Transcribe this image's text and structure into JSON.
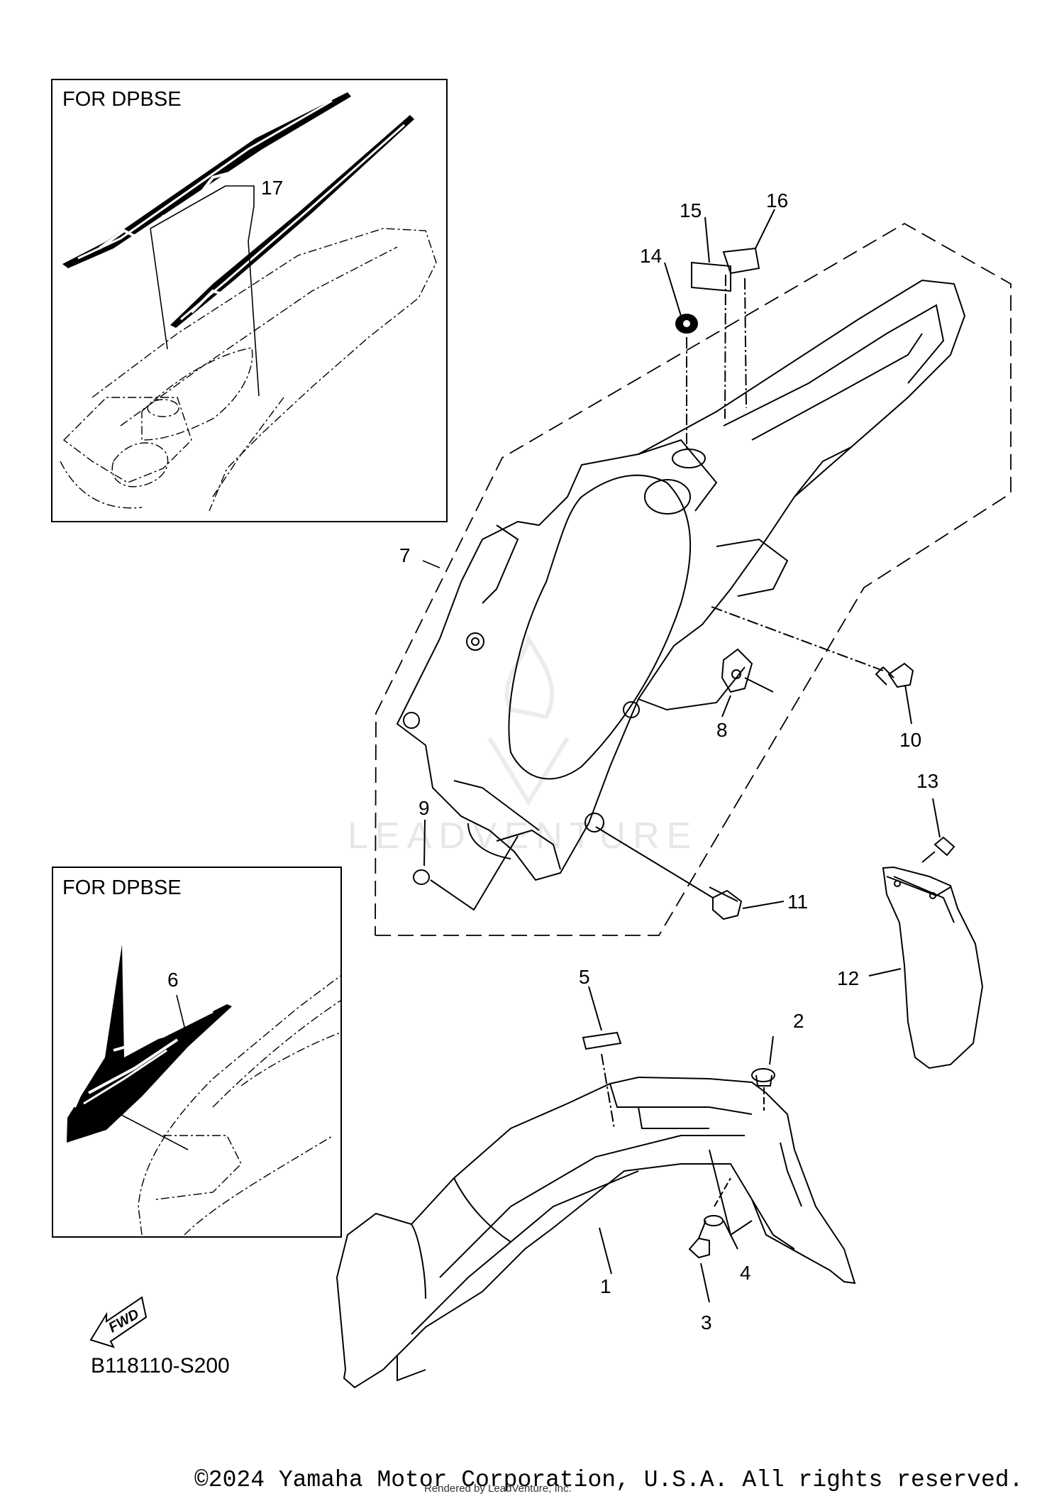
{
  "insets": {
    "top_title": "FOR DPBSE",
    "bottom_title": "FOR DPBSE"
  },
  "callouts": [
    "1",
    "2",
    "3",
    "4",
    "5",
    "6",
    "7",
    "8",
    "9",
    "10",
    "11",
    "12",
    "13",
    "14",
    "15",
    "16",
    "17"
  ],
  "diagram_code": "B118110-S200",
  "fwd_label": "FWD",
  "watermark": "LEADVENTURE",
  "footer": {
    "copyright": "©2024 Yamaha Motor Corporation, U.S.A. All rights reserved.",
    "rendered_by": "Rendered by LeadVenture, Inc."
  }
}
